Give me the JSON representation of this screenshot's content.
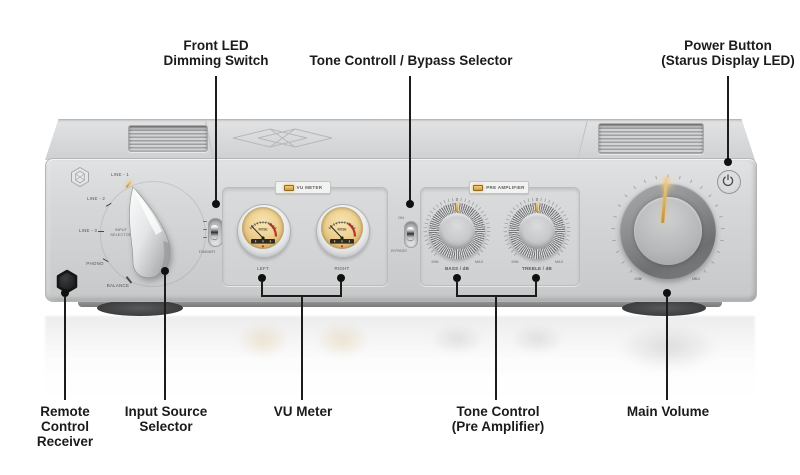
{
  "colors": {
    "accent_amber": "#d9a44a",
    "callout_line": "#1c1c1c",
    "faceplate_silver": "#d6d7d8",
    "meter_face": "#edd192",
    "meter_red": "#c03527"
  },
  "callouts_top": [
    {
      "id": "front-led-dimming-switch",
      "lines": [
        "Front LED",
        "Dimming Switch"
      ]
    },
    {
      "id": "tone-bypass-selector",
      "lines": [
        "Tone Controll / Bypass Selector"
      ]
    },
    {
      "id": "power-button",
      "lines": [
        "Power Button",
        "(Starus Display LED)"
      ]
    }
  ],
  "callouts_bottom": [
    {
      "id": "remote-control-receiver",
      "lines": [
        "Remote",
        "Control",
        "Receiver"
      ]
    },
    {
      "id": "input-source-selector",
      "lines": [
        "Input Source",
        "Selector"
      ]
    },
    {
      "id": "vu-meter",
      "lines": [
        "VU Meter"
      ]
    },
    {
      "id": "tone-control-preamp",
      "lines": [
        "Tone Control",
        "(Pre Amplifier)"
      ]
    },
    {
      "id": "main-volume",
      "lines": [
        "Main Volume"
      ]
    }
  ],
  "amp": {
    "input_selector": {
      "positions": [
        "LINE - 1",
        "LINE - 2",
        "LINE - 3",
        "PHONO",
        "BALANCE"
      ],
      "center_label": [
        "INPUT",
        "SELECTOR"
      ],
      "selected": "LINE - 1"
    },
    "dimmer": {
      "label": "DIMMER"
    },
    "vu_meter": {
      "badge": "VU METER",
      "left_label": "LEFT",
      "right_label": "RIGHT",
      "brand": "ROSE"
    },
    "bypass": {
      "on": "ON",
      "bypass": "BYPASS"
    },
    "preamp": {
      "badge": "PRE AMPLIFIER",
      "zero": "0",
      "min": "MIN",
      "max": "MAX",
      "bass_caption": "BASS / dB",
      "treble_caption": "TREBLE / dB"
    },
    "volume": {
      "min": "MIN",
      "max": "MAX"
    },
    "icons": {
      "power": "power-standby-icon",
      "led": "amber-led",
      "remote": "ir-receiver-hexagon",
      "logo": "rose-emblem"
    }
  }
}
